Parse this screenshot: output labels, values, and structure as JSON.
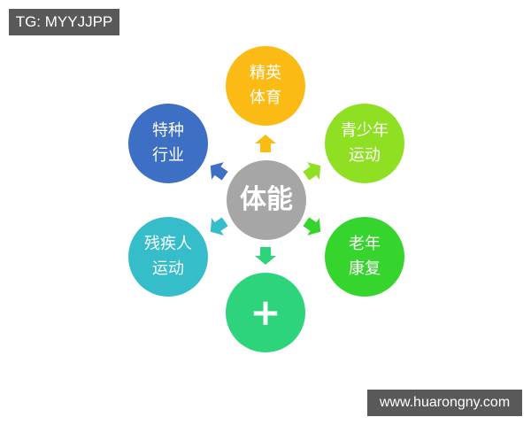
{
  "watermarks": {
    "top_left": "TG: MYYJJPP",
    "bottom_right": "www.huarongny.com"
  },
  "diagram": {
    "center": {
      "label": "体能",
      "color": "#a6a6a6"
    },
    "nodes": [
      {
        "id": "top",
        "lines": [
          "精英",
          "体育"
        ],
        "color": "#fcbb14"
      },
      {
        "id": "top-right",
        "lines": [
          "青少年",
          "运动"
        ],
        "color": "#8fe022"
      },
      {
        "id": "bottom-right",
        "lines": [
          "老年",
          "康复"
        ],
        "color": "#35d52e"
      },
      {
        "id": "bottom",
        "lines": [
          "+"
        ],
        "color": "#2ed47c"
      },
      {
        "id": "bottom-left",
        "lines": [
          "残疾人",
          "运动"
        ],
        "color": "#35bdc9"
      },
      {
        "id": "top-left",
        "lines": [
          "特种",
          "行业"
        ],
        "color": "#3d6fc4"
      }
    ],
    "arrows": [
      {
        "direction": "up",
        "color": "#fcbb14"
      },
      {
        "direction": "up-right",
        "color": "#8fe022"
      },
      {
        "direction": "down-right",
        "color": "#35d52e"
      },
      {
        "direction": "down",
        "color": "#2ed47c"
      },
      {
        "direction": "down-left",
        "color": "#35bdc9"
      },
      {
        "direction": "up-left",
        "color": "#3d6fc4"
      }
    ]
  }
}
